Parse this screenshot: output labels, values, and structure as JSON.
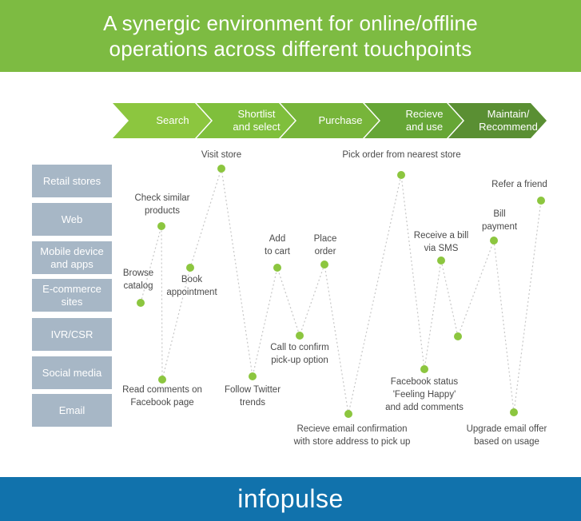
{
  "header": {
    "title_line1": "A synergic environment for online/offline",
    "title_line2": "operations across different touchpoints"
  },
  "stages": [
    {
      "line1": "Search",
      "line2": "",
      "color": "#8cc63f"
    },
    {
      "line1": "Shortlist",
      "line2": "and select",
      "color": "#7fbf3c"
    },
    {
      "line1": "Purchase",
      "line2": "",
      "color": "#77b53a"
    },
    {
      "line1": "Recieve",
      "line2": "and use",
      "color": "#66a636"
    },
    {
      "line1": "Maintain/",
      "line2": "Recommend",
      "color": "#5a8f33"
    }
  ],
  "channels": [
    {
      "line1": "Retail stores",
      "line2": ""
    },
    {
      "line1": "Web",
      "line2": ""
    },
    {
      "line1": "Mobile device",
      "line2": "and apps"
    },
    {
      "line1": "E-commerce",
      "line2": "sites"
    },
    {
      "line1": "IVR/CSR",
      "line2": ""
    },
    {
      "line1": "Social media",
      "line2": ""
    },
    {
      "line1": "Email",
      "line2": ""
    }
  ],
  "touchpoints": [
    {
      "line1": "Browse",
      "line2": "catalog",
      "channel": "E-commerce sites"
    },
    {
      "line1": "Check similar",
      "line2": "products",
      "channel": "Web"
    },
    {
      "line1": "Read comments on",
      "line2": "Facebook page",
      "channel": "Social media"
    },
    {
      "line1": "Book",
      "line2": "appointment",
      "channel": "Mobile device and apps"
    },
    {
      "line1": "Visit store",
      "line2": "",
      "channel": "Retail stores"
    },
    {
      "line1": "Follow Twitter",
      "line2": "trends",
      "channel": "Social media"
    },
    {
      "line1": "Add",
      "line2": "to cart",
      "channel": "Mobile device and apps"
    },
    {
      "line1": "Call to confirm",
      "line2": "pick-up option",
      "channel": "IVR/CSR"
    },
    {
      "line1": "Place",
      "line2": "order",
      "channel": "Mobile device and apps"
    },
    {
      "line1": "Recieve email confirmation",
      "line2": "with store address to pick up",
      "channel": "Email"
    },
    {
      "line1": "Pick order from nearest store",
      "line2": "",
      "channel": "Retail stores"
    },
    {
      "line1": "Facebook status",
      "line2": "'Feeling Happy'",
      "line3": "and add comments",
      "channel": "Social media"
    },
    {
      "line1": "Receive a bill",
      "line2": "via SMS",
      "channel": "Mobile device and apps"
    },
    {
      "line1": "",
      "line2": "",
      "channel": "IVR/CSR"
    },
    {
      "line1": "Bill",
      "line2": "payment",
      "channel": "Mobile device and apps"
    },
    {
      "line1": "Upgrade email offer",
      "line2": "based on usage",
      "channel": "Email"
    },
    {
      "line1": "Refer a friend",
      "line2": "",
      "channel": "Web"
    }
  ],
  "colors": {
    "header": "#7dbb42",
    "footer": "#1172ac",
    "channel_box": "#a7b7c6",
    "dot": "#8cc63f",
    "connector": "#c7c7c7",
    "label_text": "#4a4a4a"
  },
  "footer": {
    "logo": "infopulse"
  }
}
